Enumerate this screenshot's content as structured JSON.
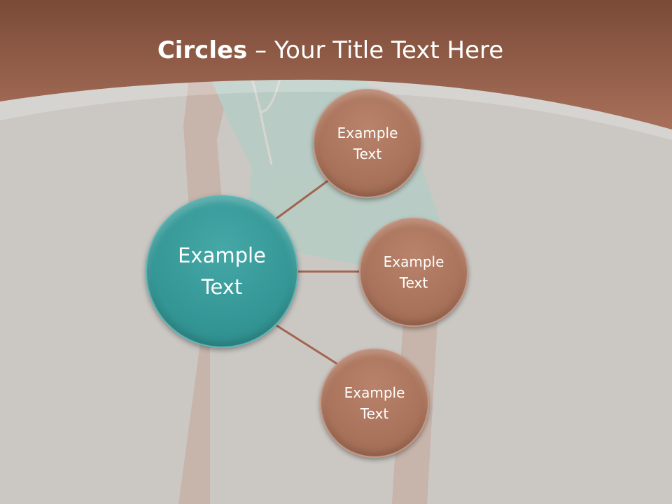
{
  "slide": {
    "title_bold": "Circles",
    "title_rest": " – Your Title Text Here"
  },
  "diagram": {
    "center_label": "Example\nText",
    "nodes": [
      {
        "label": "Example\nText"
      },
      {
        "label": "Example\nText"
      },
      {
        "label": "Example\nText"
      }
    ]
  },
  "colors": {
    "header": "#9a5e48",
    "center_circle": "#349796",
    "node_circle": "#a9725a",
    "connector": "#a2654f",
    "background": "#cbc8c4"
  }
}
